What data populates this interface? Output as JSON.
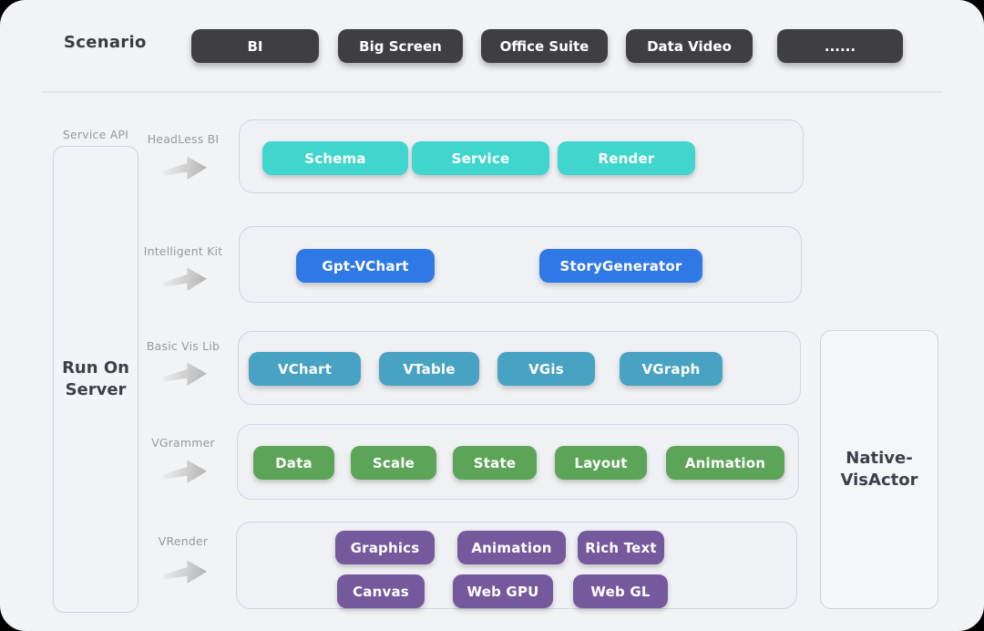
{
  "scenario": {
    "label": "Scenario",
    "items": [
      "BI",
      "Big Screen",
      "Office Suite",
      "Data Video",
      "......"
    ],
    "button_color": "#3f3f41"
  },
  "left": {
    "api_label": "Service API",
    "server_box": "Run On Server"
  },
  "rows": [
    {
      "label": "HeadLess BI",
      "color": "#41d6cd",
      "items": [
        "Schema",
        "Service",
        "Render"
      ]
    },
    {
      "label": "Intelligent Kit",
      "color": "#2f79e6",
      "items": [
        "Gpt-VChart",
        "StoryGenerator"
      ]
    },
    {
      "label": "Basic Vis Lib",
      "color": "#48a2c2",
      "items": [
        "VChart",
        "VTable",
        "VGis",
        "VGraph"
      ]
    },
    {
      "label": "VGrammer",
      "color": "#5ba458",
      "items": [
        "Data",
        "Scale",
        "State",
        "Layout",
        "Animation"
      ]
    },
    {
      "label": "VRender",
      "color": "#74599d",
      "items": [
        "Graphics",
        "Animation",
        "Rich Text",
        "Canvas",
        "Web GPU",
        "Web GL"
      ]
    }
  ],
  "right": {
    "native_box": "Native-VisActor"
  }
}
